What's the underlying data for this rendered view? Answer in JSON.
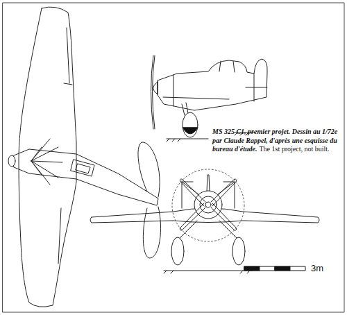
{
  "diagram": {
    "caption": "MS 325 C1, premier projet. Dessin au 1/72e par Claude Rappel, d'après une esquisse du bureau d'étude.",
    "labels": [
      "The 1st project, not built.",
      "3m"
    ]
  }
}
